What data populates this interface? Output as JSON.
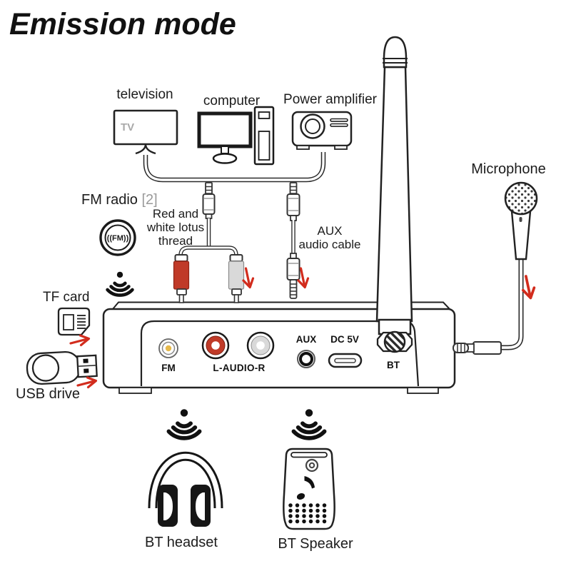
{
  "title": "Emission mode",
  "sources": {
    "television": "television",
    "tv_screen": "TV",
    "computer": "computer",
    "power_amplifier": "Power amplifier"
  },
  "inputs": {
    "fm_radio": "FM radio",
    "fm_radio_ref": "[2]",
    "fm_icon_text": "((FM))",
    "microphone": "Microphone",
    "tf_card": "TF card",
    "usb_drive": "USB drive"
  },
  "cables": {
    "rca": "Red and\nwhite lotus\nthread",
    "aux": "AUX\naudio cable"
  },
  "device_panel": {
    "fm_port": "FM",
    "rca_ports": "L-AUDIO-R",
    "aux_port": "AUX",
    "power_port": "DC 5V",
    "bt_antenna_port": "BT"
  },
  "outputs": {
    "bt_headset": "BT headset",
    "bt_speaker": "BT Speaker"
  },
  "colors": {
    "arrow_red": "#d22c1d",
    "rca_red": "#c03a28",
    "rca_white": "#d9d9d9",
    "fm_center_yellow": "#e6b94c",
    "note_gray": "#9a9a9a"
  },
  "icons": [
    "tv-icon",
    "computer-icon",
    "projector-icon",
    "antenna-icon",
    "microphone-icon",
    "fm-radio-icon",
    "signal-waves-icon",
    "tf-card-icon",
    "usb-drive-icon",
    "rca-cable-icon",
    "aux-cable-icon",
    "headset-icon",
    "speaker-icon",
    "down-arrow-icon",
    "right-arrow-icon"
  ]
}
